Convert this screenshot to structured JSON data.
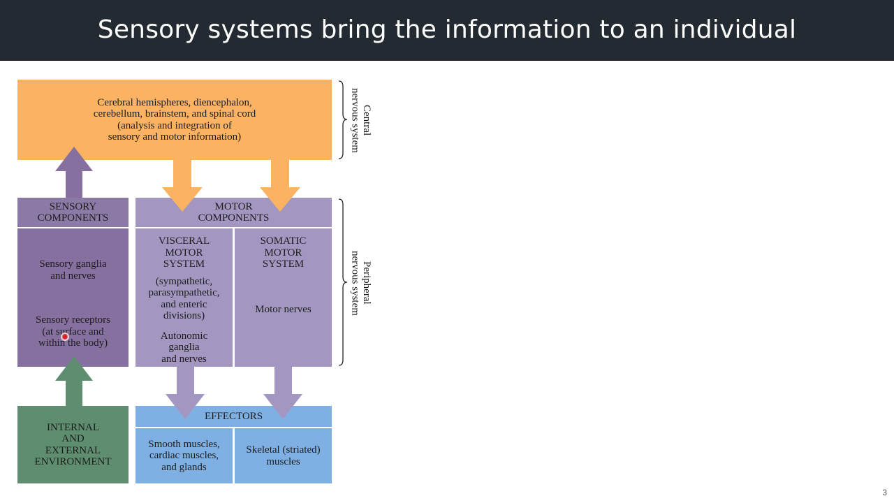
{
  "slide": {
    "title": "Sensory systems bring the information to an individual",
    "page_number": "3"
  },
  "diagram": {
    "cns_box": "Cerebral hemispheres, diencephalon,\ncerebellum, brainstem, and spinal cord\n(analysis and integration of\nsensory and motor information)",
    "cns_label": "Central\nnervous system",
    "pns_label": "Peripheral\nnervous system",
    "sensory_components": "SENSORY\nCOMPONENTS",
    "sensory_ganglia": "Sensory ganglia\nand nerves",
    "sensory_receptors": "Sensory receptors\n(at surface and\nwithin the body)",
    "motor_components": "MOTOR\nCOMPONENTS",
    "visceral_title": "VISCERAL\nMOTOR\nSYSTEM",
    "visceral_divisions": "(sympathetic,\nparasympathetic,\nand enteric\ndivisions)",
    "autonomic": "Autonomic\nganglia\nand nerves",
    "somatic_title": "SOMATIC\nMOTOR\nSYSTEM",
    "motor_nerves": "Motor nerves",
    "environment": "INTERNAL\nAND\nEXTERNAL\nENVIRONMENT",
    "effectors": "EFFECTORS",
    "smooth": "Smooth muscles,\ncardiac muscles,\nand glands",
    "skeletal": "Skeletal (striated)\nmuscles"
  },
  "colors": {
    "title_bar": "#242a31",
    "cns": "#fbb262",
    "sensory": "#8670a0",
    "motor": "#a397c1",
    "environment": "#5e8e6f",
    "effectors": "#7fb0e4"
  }
}
